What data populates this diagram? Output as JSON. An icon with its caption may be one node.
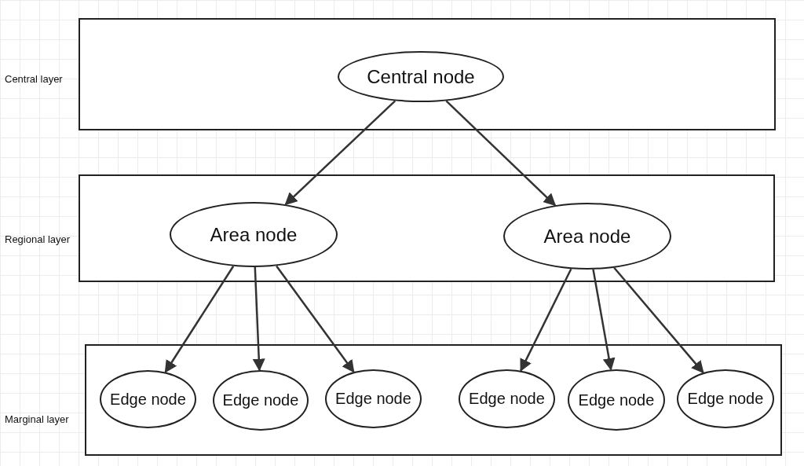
{
  "diagram": {
    "nodes": [
      {
        "text": [
          "Central layer"
        ]
      },
      {
        "text": [
          "Central node"
        ],
        "in": 0
      },
      {
        "text": [
          "Regional layer"
        ]
      },
      {
        "text": [
          "Area node"
        ],
        "in": 2
      },
      {
        "text": [
          "Area node"
        ],
        "in": 2
      },
      {
        "text": [
          "Marginal layer"
        ]
      },
      {
        "text": [
          "Edge node"
        ],
        "in": 5
      },
      {
        "text": [
          "Edge node"
        ],
        "in": 5
      },
      {
        "text": [
          "Edge node"
        ],
        "in": 5
      },
      {
        "text": [
          "Edge node"
        ],
        "in": 5
      },
      {
        "text": [
          "Edge node"
        ],
        "in": 5
      },
      {
        "text": [
          "Edge node"
        ],
        "in": 5
      }
    ],
    "edges": [
      {
        "from": 1,
        "to": 3,
        "arrow": "to"
      },
      {
        "from": 1,
        "to": 4,
        "arrow": "to"
      },
      {
        "from": 3,
        "to": 6,
        "arrow": "to"
      },
      {
        "from": 3,
        "to": 7,
        "arrow": "to"
      },
      {
        "from": 3,
        "to": 8,
        "arrow": "to"
      },
      {
        "from": 4,
        "to": 9,
        "arrow": "to"
      },
      {
        "from": 4,
        "to": 10,
        "arrow": "to"
      },
      {
        "from": 4,
        "to": 11,
        "arrow": "to"
      }
    ]
  }
}
